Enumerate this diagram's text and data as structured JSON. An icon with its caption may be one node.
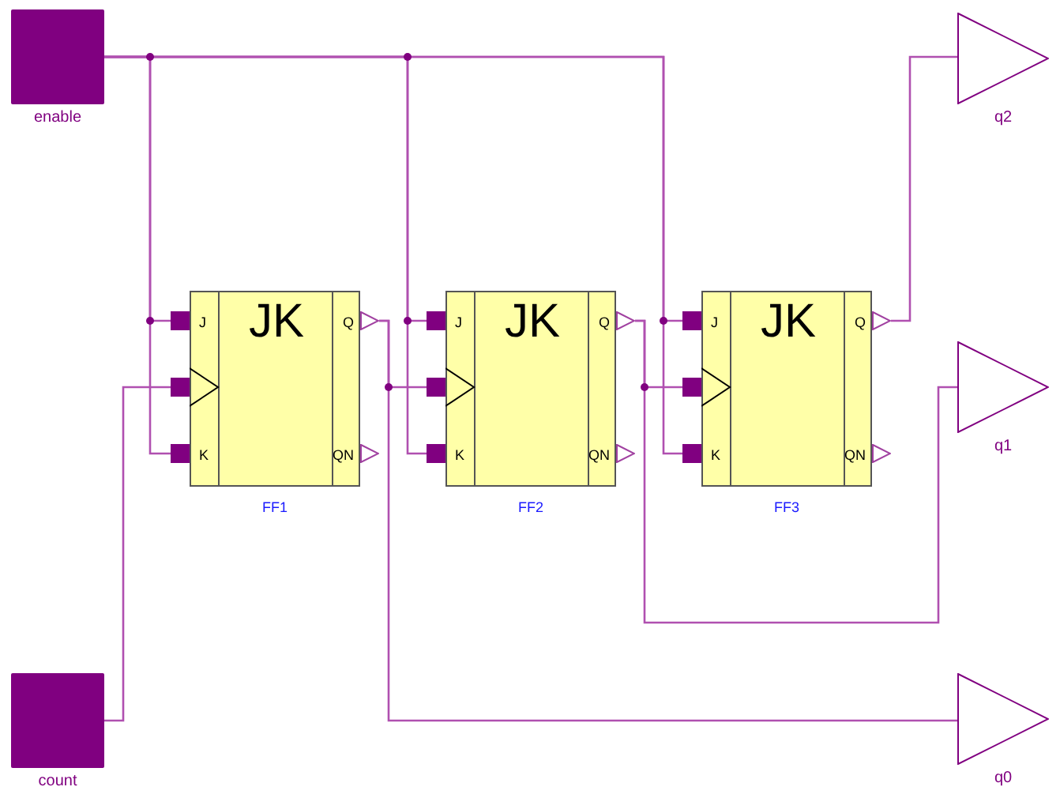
{
  "diagram": {
    "nodes": [
      {
        "text": [
          "enable"
        ]
      },
      {
        "text": [
          "q2"
        ]
      },
      {
        "text": [
          "J",
          "JK",
          "Q",
          "K",
          "QN"
        ],
        "beside": [
          "FF1"
        ]
      },
      {
        "text": [
          "J",
          "JK",
          "Q",
          "K",
          "QN"
        ],
        "beside": [
          "FF2"
        ]
      },
      {
        "text": [
          "J",
          "JK",
          "Q",
          "K",
          "QN"
        ],
        "beside": [
          "FF3"
        ]
      },
      {
        "text": [
          "q1"
        ]
      },
      {
        "text": [
          "count"
        ]
      },
      {
        "text": [
          "q0"
        ]
      }
    ],
    "edges": [
      {
        "from": 0,
        "to": 2,
        "arrow": "none"
      },
      {
        "from": 0,
        "to": 2,
        "arrow": "none"
      },
      {
        "from": 0,
        "to": 3,
        "arrow": "none"
      },
      {
        "from": 0,
        "to": 3,
        "arrow": "none"
      },
      {
        "from": 0,
        "to": 4,
        "arrow": "none"
      },
      {
        "from": 0,
        "to": 4,
        "arrow": "none"
      },
      {
        "from": 6,
        "to": 2,
        "arrow": "none"
      },
      {
        "from": 2,
        "to": 3,
        "arrow": "none"
      },
      {
        "from": 2,
        "to": 7,
        "arrow": "none"
      },
      {
        "from": 3,
        "to": 4,
        "arrow": "none"
      },
      {
        "from": 3,
        "to": 5,
        "arrow": "none"
      },
      {
        "from": 4,
        "to": 1,
        "arrow": "none"
      }
    ]
  }
}
